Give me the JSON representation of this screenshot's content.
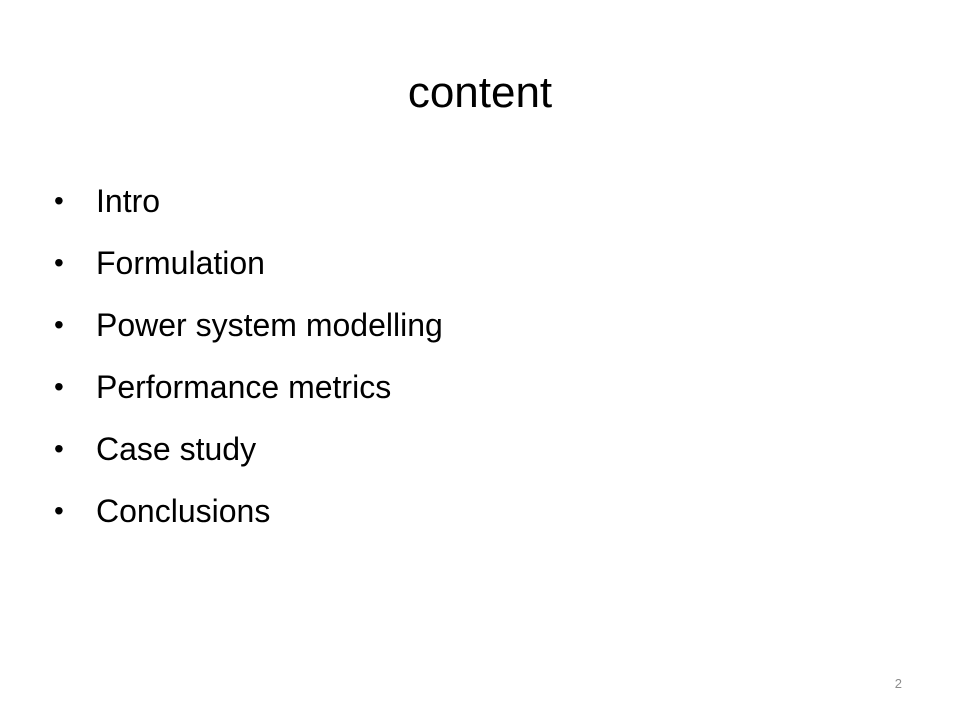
{
  "slide": {
    "title": "content",
    "bullet_symbol": "•",
    "items": [
      {
        "label": "Intro"
      },
      {
        "label": "Formulation"
      },
      {
        "label": "Power system modelling"
      },
      {
        "label": "Performance metrics"
      },
      {
        "label": "Case study"
      },
      {
        "label": "Conclusions"
      }
    ],
    "page_number": "2"
  },
  "colors": {
    "background": "#ffffff",
    "text": "#000000",
    "page_number": "#8c8c8c"
  }
}
